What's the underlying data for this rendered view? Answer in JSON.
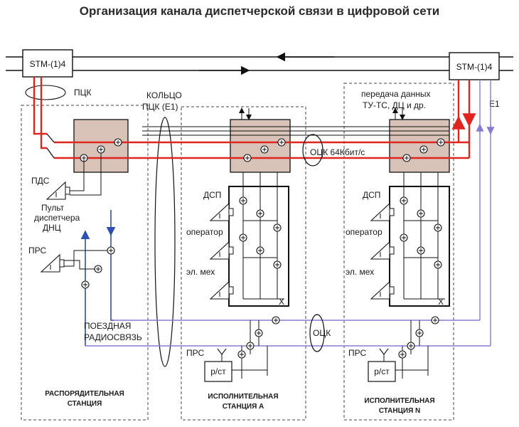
{
  "title": "Организация канала диспетчерской связи в цифровой сети",
  "multiplexers": {
    "left": "STM-(1)4",
    "right": "STM-(1)4"
  },
  "labels": {
    "ptsk": "ПЦК",
    "ring_line1": "КОЛЬЦО",
    "ring_line2": "ПЦК (Е1)",
    "data_line1": "передача данных",
    "data_line2": "ТУ-ТС, ДЦ и др.",
    "e1": "Е1",
    "otsk_64": "ОЦК  64Кбит/с",
    "otsk": "ОЦК",
    "radio_line1": "ПОЕЗДНАЯ",
    "radio_line2": "РАДИОСВЯЗЬ"
  },
  "stations": {
    "dispatch": {
      "pds": "ПДС",
      "console_line1": "Пульт",
      "console_line2": "диспетчера",
      "console_line3": "ДНЦ",
      "prs": "ПРС",
      "name_line1": "РАСПОРЯДИТЕЛЬНАЯ",
      "name_line2": "СТАНЦИЯ"
    },
    "station_a": {
      "dsp": "ДСП",
      "operator": "оператор",
      "el_mech": "эл. мех",
      "prs": "ПРС",
      "radio": "р/ст",
      "name_line1": "ИСПОЛНИТЕЛЬНАЯ",
      "name_line2": "СТАНЦИЯ А"
    },
    "station_n": {
      "dsp": "ДСП",
      "operator": "оператор",
      "el_mech": "эл. мех",
      "prs": "ПРС",
      "radio": "р/ст",
      "name_line1": "ИСПОЛНИТЕЛЬНАЯ",
      "name_line2": "СТАНЦИЯ N"
    }
  },
  "colors": {
    "otsk_line": "#e0241f",
    "radio_line": "#2f4fb0",
    "e1_line": "#8a7bd0",
    "mux_fill": "#d9c3b8",
    "trunk": "#111111"
  }
}
